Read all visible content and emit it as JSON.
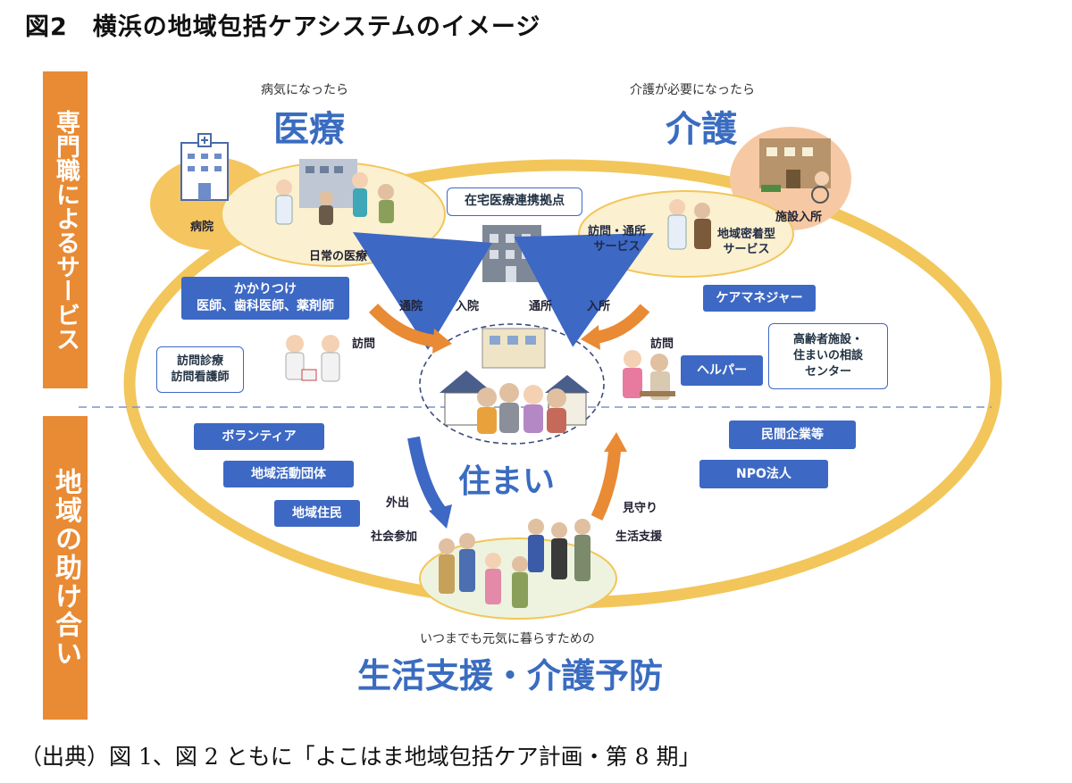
{
  "figure_title": "図2　横浜の地域包括ケアシステムのイメージ",
  "source_note": "（出典）図 1、図 2 ともに「よこはま地域包括ケア計画・第 8 期」",
  "sidebar": {
    "professional": "専門職によるサービス",
    "community": "地域の助け合い"
  },
  "medical": {
    "sub": "病気になったら",
    "title": "医療",
    "hospital": "病院",
    "daily_care": "日常の医療"
  },
  "care": {
    "sub": "介護が必要になったら",
    "title": "介護",
    "facility": "施設入所",
    "visit_services": "訪問・通所\nサービス",
    "community_services": "地域密着型\nサービス"
  },
  "center": {
    "home_medical_hub": "在宅医療連携拠点",
    "housing": "住まい"
  },
  "left_services": {
    "family_doctor": "かかりつけ\n医師、歯科医師、薬剤師",
    "home_visit_care": "訪問診療\n訪問看護師",
    "visit_left": "訪問"
  },
  "right_services": {
    "care_manager": "ケアマネジャー",
    "elderly_consult": "高齢者施設・\n住まいの相談\nセンター",
    "helper": "ヘルパー",
    "visit_right": "訪問"
  },
  "arrows": {
    "commute_left": "通院",
    "admission_left": "入院",
    "commute_right": "通所",
    "admission_right": "入所",
    "outing": "外出",
    "social": "社会参加",
    "watch": "見守り",
    "life_support": "生活支援"
  },
  "community_left": [
    "ボランティア",
    "地域活動団体",
    "地域住民"
  ],
  "community_right": [
    "民間企業等",
    "NPO法人"
  ],
  "prevention": {
    "sub": "いつまでも元気に暮らすための",
    "title": "生活支援・介護予防"
  },
  "colors": {
    "orange": "#e98a34",
    "ring": "#f2c65a",
    "blue": "#3d68c4",
    "light_yellow": "#fbf0cf",
    "peach": "#f6c9a4"
  }
}
